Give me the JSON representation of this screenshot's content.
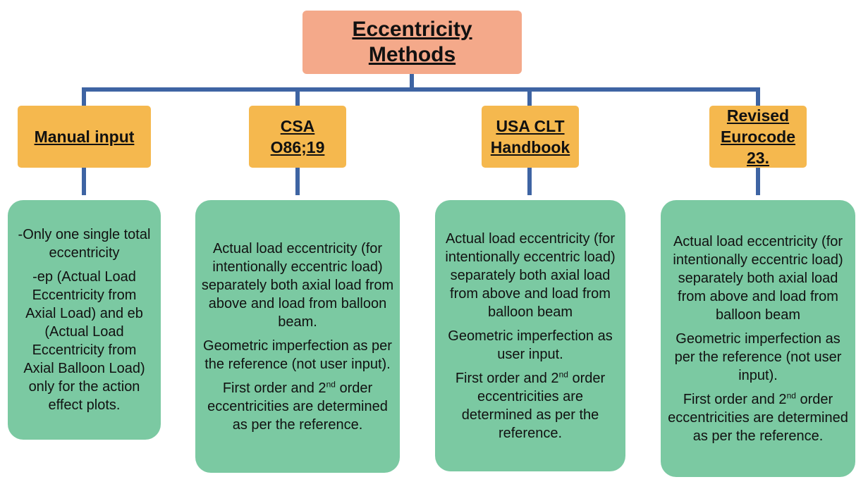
{
  "root": {
    "line1": "Eccentricity",
    "line2": "Methods"
  },
  "colors": {
    "root_fill": "#f4a98a",
    "method_fill": "#f5b84e",
    "detail_fill": "#7bc9a2",
    "connector": "#3e64a3"
  },
  "methods": [
    {
      "title": "Manual input",
      "paragraphs": [
        {
          "text": "-Only one single total eccentricity"
        },
        {
          "text": "-ep (Actual Load Eccentricity from Axial Load) and eb (Actual Load Eccentricity from Axial Balloon Load) only for the action effect plots."
        }
      ]
    },
    {
      "title": "CSA O86;19",
      "paragraphs": [
        {
          "text": "Actual load eccentricity (for intentionally eccentric load) separately both axial load from above and load from balloon beam."
        },
        {
          "text": "Geometric imperfection as per the reference (not user input)."
        },
        {
          "pre": "First order and 2",
          "sup": "nd",
          "post": " order eccentricities are determined as per the reference."
        }
      ]
    },
    {
      "title": "USA CLT Handbook",
      "paragraphs": [
        {
          "text": "Actual load eccentricity (for intentionally eccentric load) separately both axial load from above and load from balloon beam"
        },
        {
          "text": "Geometric imperfection as user input."
        },
        {
          "pre": "First order and 2",
          "sup": "nd",
          "post": " order eccentricities are determined as per the reference."
        }
      ]
    },
    {
      "title": "Revised Eurocode 23.",
      "paragraphs": [
        {
          "text": "Actual load eccentricity (for intentionally eccentric load) separately both axial load from above and load from balloon beam"
        },
        {
          "text": "Geometric imperfection as per the reference (not user input)."
        },
        {
          "pre": "First order and 2",
          "sup": "nd",
          "post": " order eccentricities are determined as per the reference."
        }
      ]
    }
  ]
}
